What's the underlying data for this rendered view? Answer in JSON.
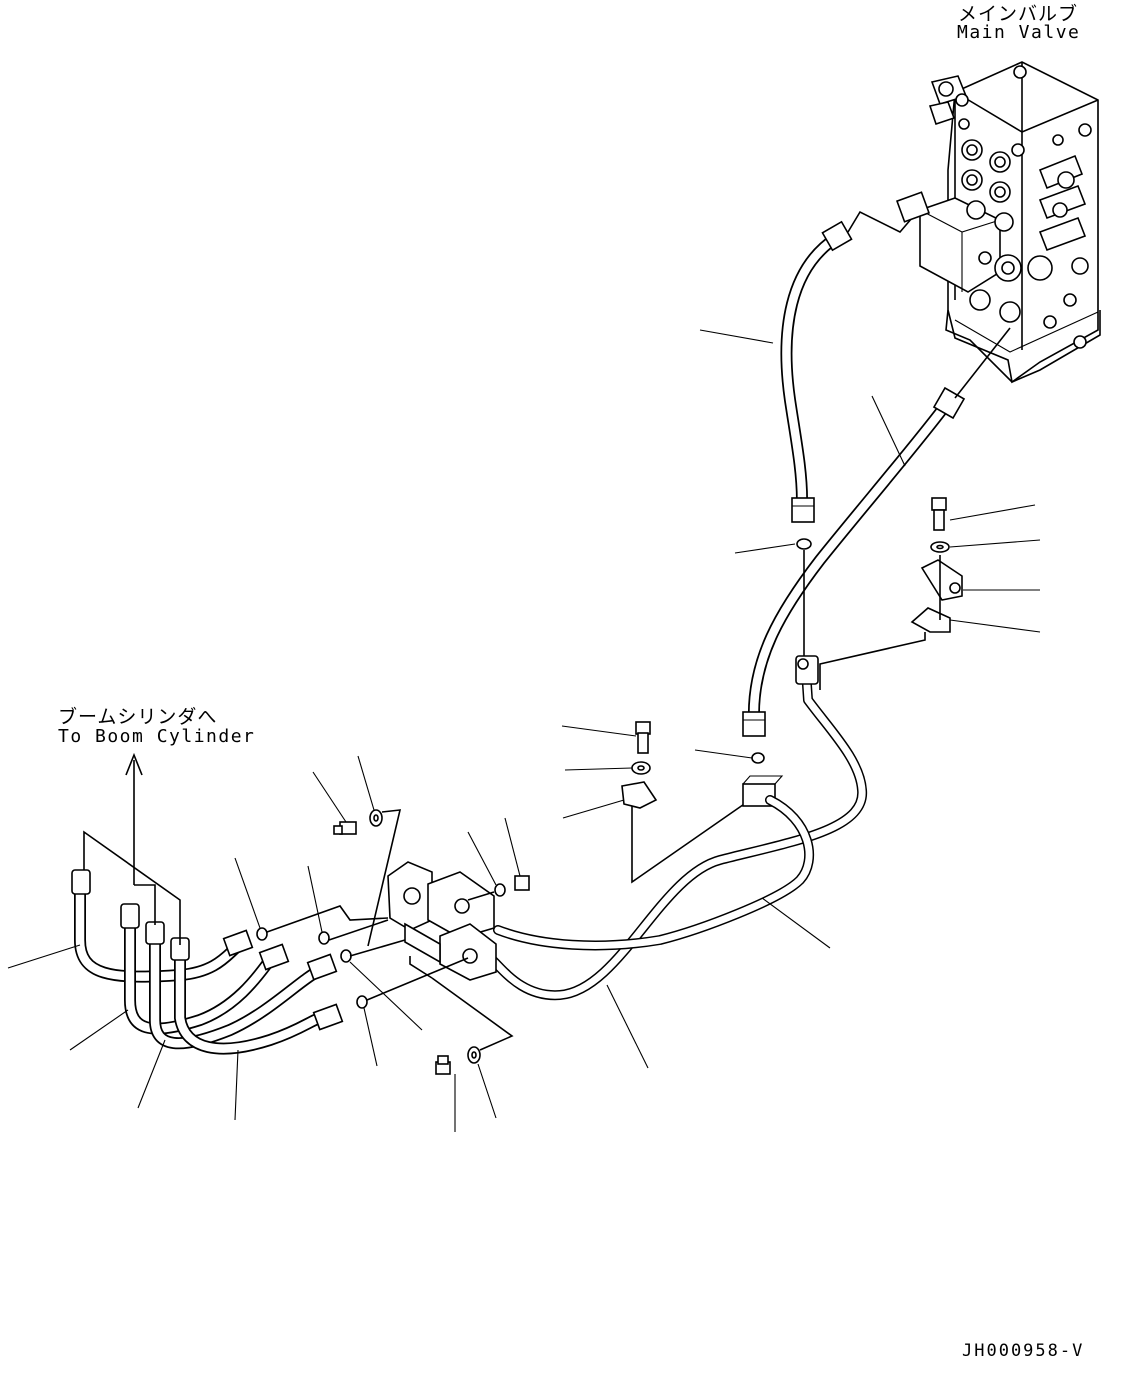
{
  "labels": {
    "main_valve_jp": "メインバルブ",
    "main_valve_en": "Main Valve",
    "boom_cylinder_jp": "ブームシリンダへ",
    "boom_cylinder_en": "To Boom Cylinder",
    "drawing_code": "JH000958-V"
  },
  "icons": {
    "arrow": "arrow-up-icon"
  },
  "colors": {
    "line": "#000000",
    "background": "#ffffff"
  }
}
